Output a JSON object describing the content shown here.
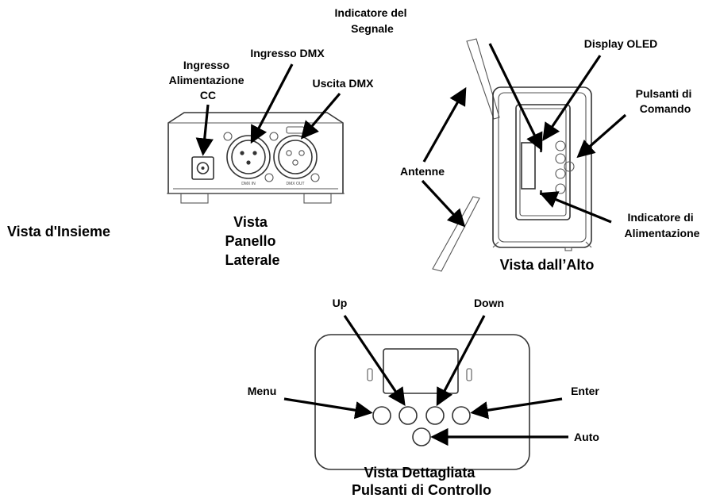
{
  "overview_label": "Vista d'Insieme",
  "side_panel": {
    "power_input": [
      "Ingresso",
      "Alimentazione",
      "CC"
    ],
    "dmx_in": "Ingresso DMX",
    "dmx_out": "Uscita DMX",
    "dmx_in_marking": "DMX IN",
    "dmx_out_marking": "DMX OUT",
    "caption": [
      "Vista",
      "Panello",
      "Laterale"
    ]
  },
  "top_view": {
    "signal_indicator": [
      "Indicatore del",
      "Segnale"
    ],
    "display": "Display OLED",
    "command_buttons": [
      "Pulsanti di",
      "Comando"
    ],
    "antennas": "Antenne",
    "power_indicator": [
      "Indicatore di",
      "Alimentazione"
    ],
    "caption": "Vista dall’Alto"
  },
  "detail_view": {
    "up": "Up",
    "down": "Down",
    "menu": "Menu",
    "enter": "Enter",
    "auto": "Auto",
    "caption": [
      "Vista Dettagliata",
      "Pulsanti di Controllo"
    ]
  }
}
